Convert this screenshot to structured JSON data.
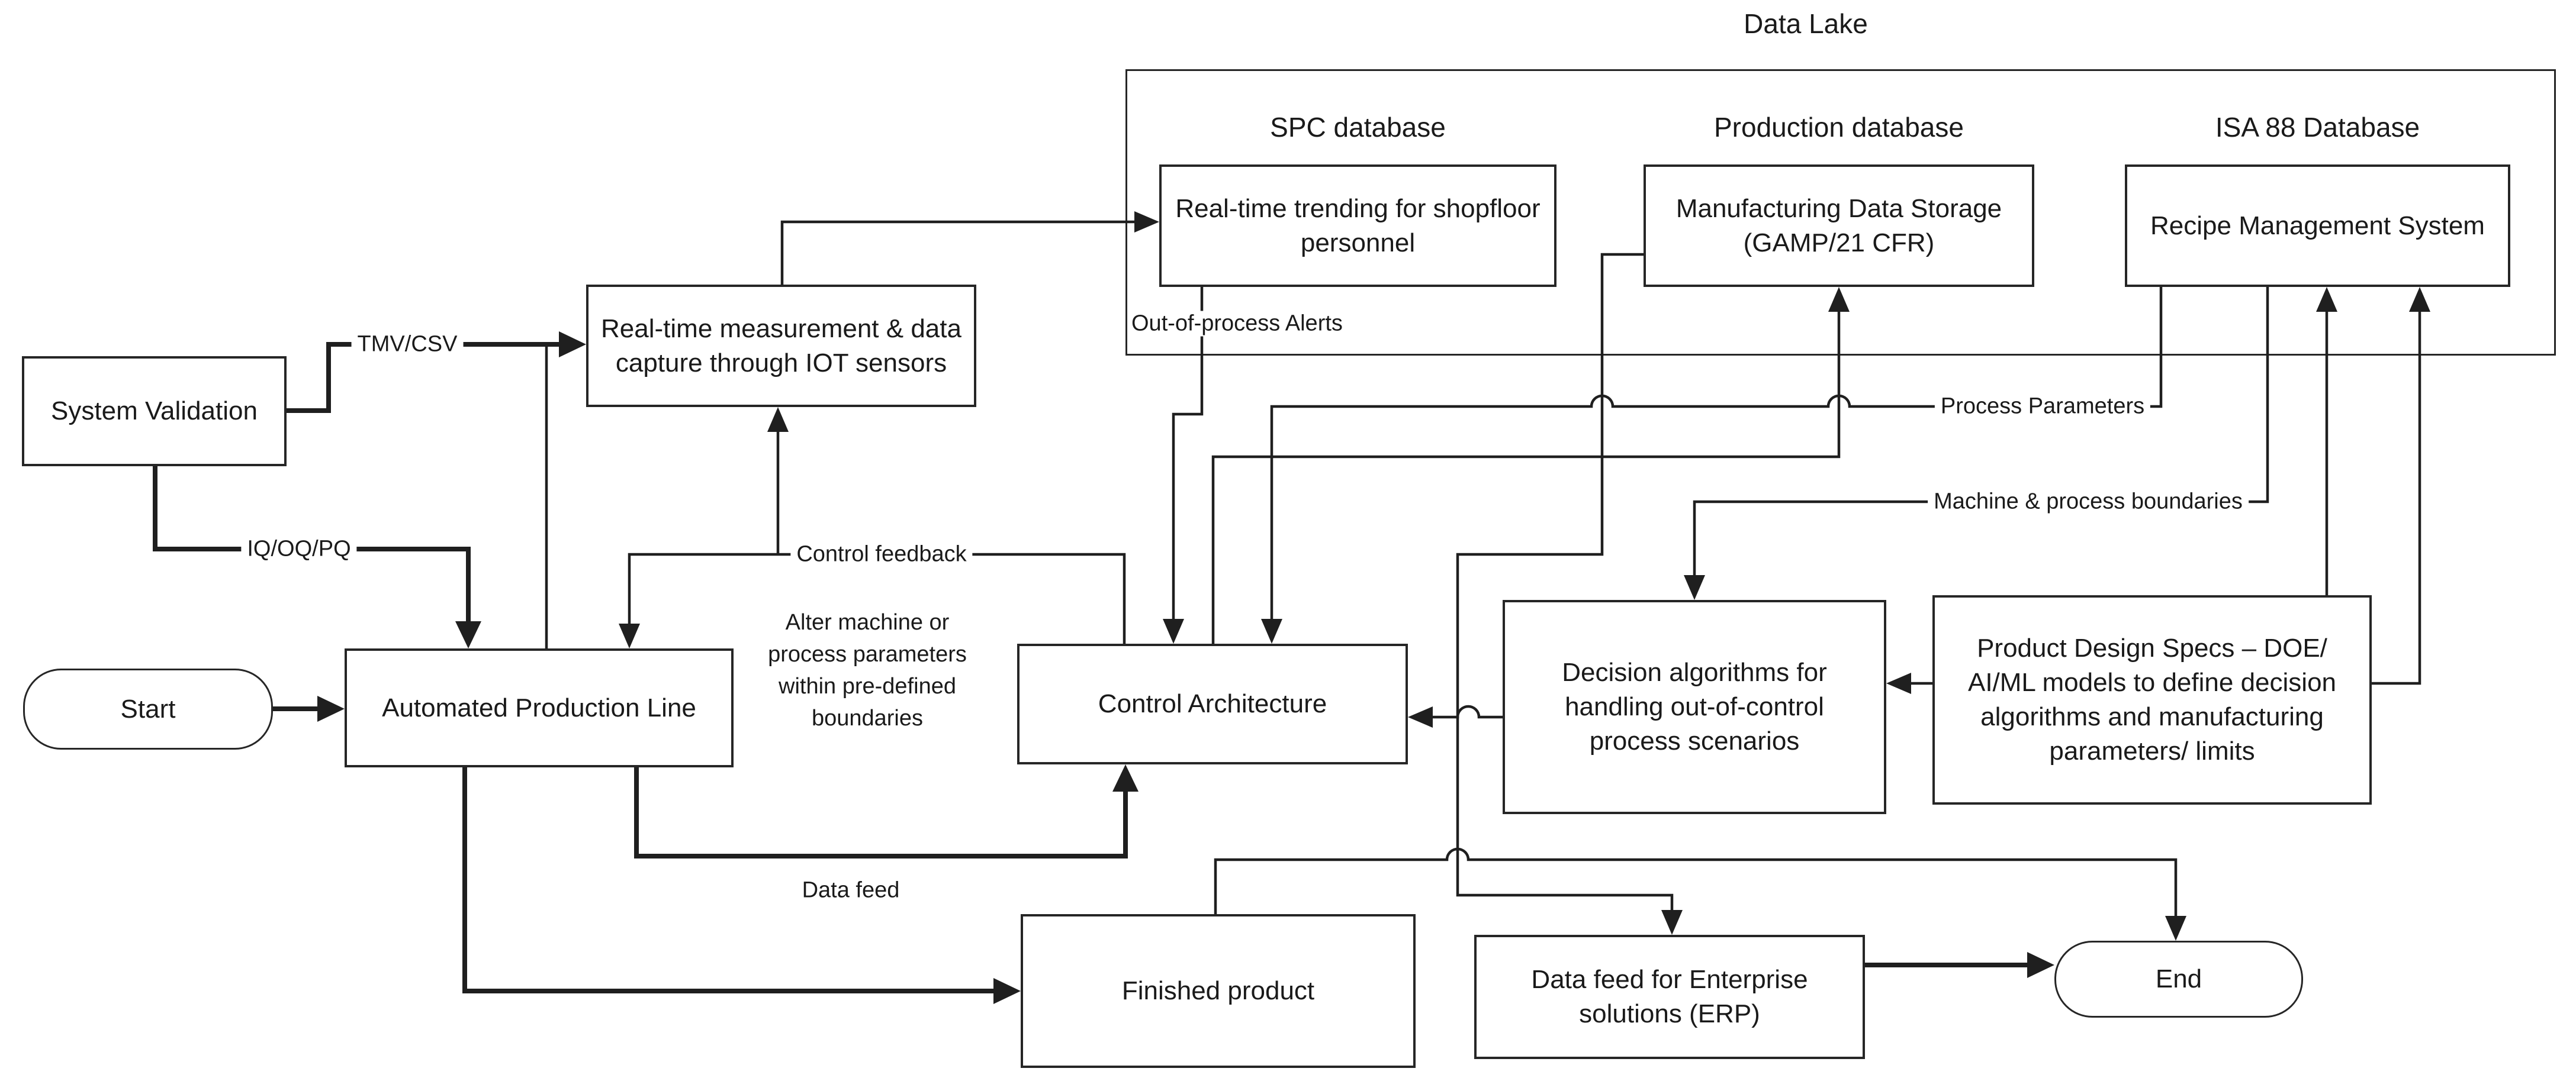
{
  "diagram": {
    "data_lake": {
      "title": "Data Lake",
      "spc_label": "SPC database",
      "production_label": "Production database",
      "isa_label": "ISA 88 Database"
    },
    "nodes": {
      "realtime_trending": "Real-time trending for shopfloor personnel",
      "manufacturing_storage": "Manufacturing Data Storage (GAMP/21 CFR)",
      "recipe_management": "Recipe Management System",
      "system_validation": "System Validation",
      "realtime_measurement": "Real-time measurement & data capture through IOT sensors",
      "start": "Start",
      "automated_line": "Automated Production Line",
      "control_architecture": "Control Architecture",
      "decision_algorithms": "Decision algorithms for handling out-of-control process scenarios",
      "product_design_specs": "Product Design Specs – DOE/ AI/ML models to define decision algorithms and manufacturing parameters/ limits",
      "finished_product": "Finished product",
      "erp_feed": "Data feed for Enterprise solutions (ERP)",
      "end": "End"
    },
    "edge_labels": {
      "tmv_csv": "TMV/CSV",
      "iq_oq_pq": "IQ/OQ/PQ",
      "out_of_process": "Out-of-process Alerts",
      "process_parameters": "Process Parameters",
      "machine_boundaries": "Machine & process boundaries",
      "control_feedback": "Control feedback",
      "data_feed": "Data feed",
      "note": "Alter machine or process parameters within pre-defined boundaries"
    }
  }
}
